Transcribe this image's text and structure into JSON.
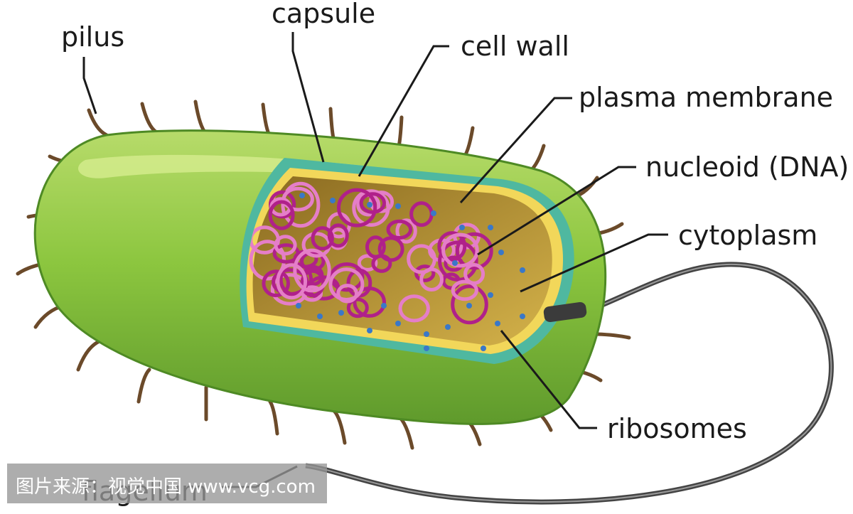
{
  "labels": {
    "pilus": "pilus",
    "capsule": "capsule",
    "cell_wall": "cell wall",
    "plasma_membrane": "plasma membrane",
    "nucleoid": "nucleoid (DNA)",
    "cytoplasm": "cytoplasm",
    "ribosomes": "ribosomes",
    "flagellum": "flagellum"
  },
  "watermark": "图片来源：视觉中国 www.vcg.com",
  "colors": {
    "capsule_green": "#8cc63f",
    "capsule_dark": "#5f9a2c",
    "cell_wall_teal": "#4fb8a0",
    "plasma_membrane_yellow": "#f2d75a",
    "cytoplasm": "#c9a63a",
    "nucleoid_magenta": "#b0208a",
    "nucleoid_pink": "#e57ec8",
    "ribosome_blue": "#3a78c8",
    "pilus_brown": "#6b4a2a",
    "flagellum_gray": "#555555"
  }
}
